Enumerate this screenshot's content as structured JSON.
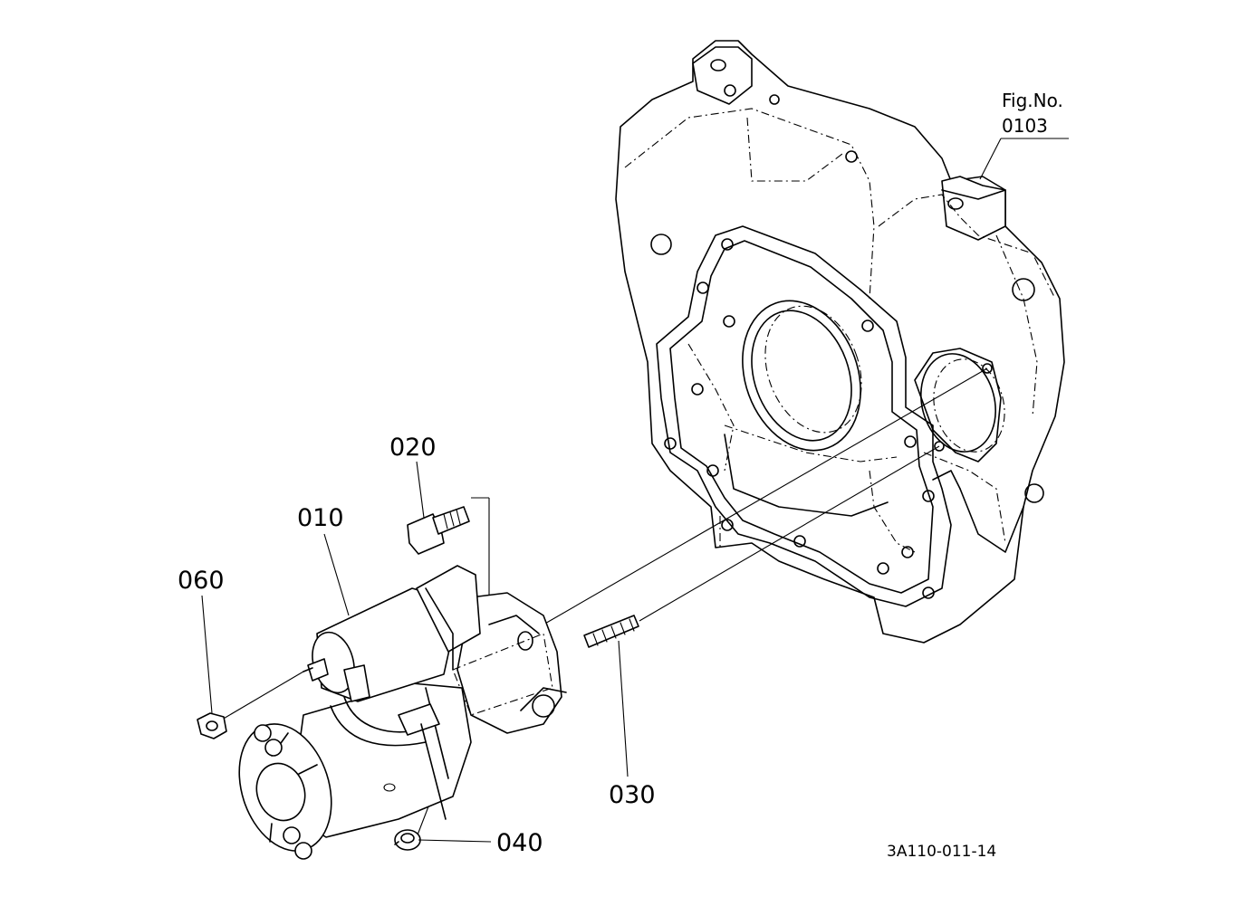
{
  "figure_ref": {
    "label": "Fig.No.",
    "number": "0103"
  },
  "callouts": [
    {
      "id": "010",
      "text": "010"
    },
    {
      "id": "020",
      "text": "020"
    },
    {
      "id": "030",
      "text": "030"
    },
    {
      "id": "040",
      "text": "040"
    },
    {
      "id": "060",
      "text": "060"
    }
  ],
  "drawing_code": "3A110-011-14"
}
